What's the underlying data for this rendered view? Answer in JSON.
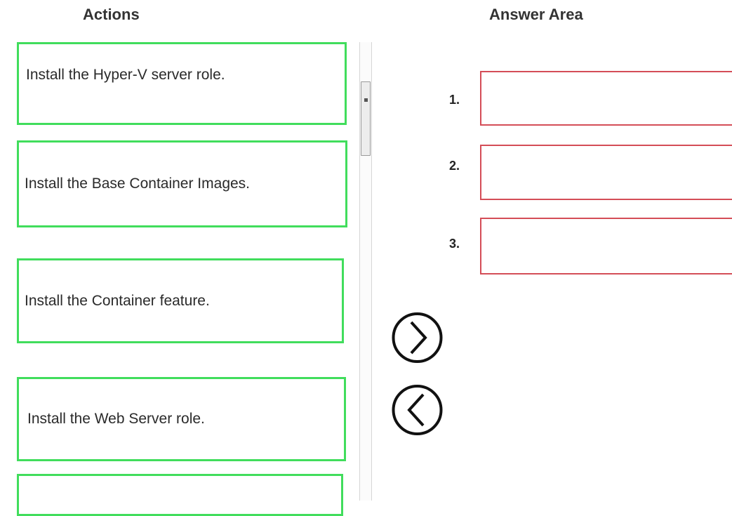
{
  "headings": {
    "actions": "Actions",
    "answer_area": "Answer Area"
  },
  "actions": [
    {
      "label": "Install the Hyper-V server role."
    },
    {
      "label": "Install the Base Container Images."
    },
    {
      "label": "Install the Container feature."
    },
    {
      "label": "Install the Web Server role."
    },
    {
      "label": ""
    }
  ],
  "answer_slots": [
    {
      "number": "1."
    },
    {
      "number": "2."
    },
    {
      "number": "3."
    }
  ],
  "controls": {
    "move_right_icon": "chevron-right-circle-icon",
    "move_left_icon": "chevron-left-circle-icon"
  },
  "colors": {
    "action_border": "#41dd5c",
    "slot_border": "#d44d57"
  }
}
